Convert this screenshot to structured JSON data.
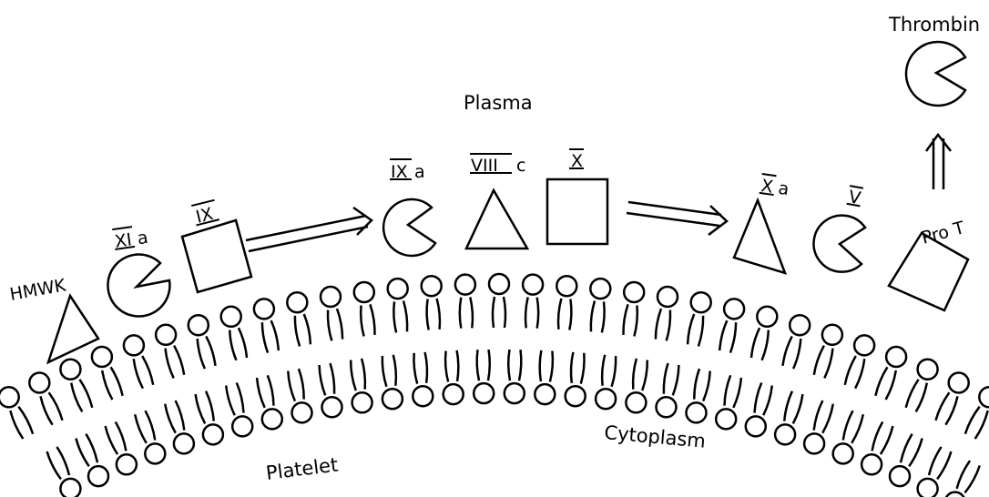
{
  "labels": {
    "plasma": "Plasma",
    "cytoplasm": "Cytoplasm",
    "platelet": "Platelet",
    "thrombin": "Thrombin"
  },
  "factors": {
    "hmwk": "HMWK",
    "xia_numeral": "XI",
    "xia_suffix": "a",
    "ix_numeral": "IX",
    "ixa_numeral": "IX",
    "ixa_suffix": "a",
    "viiic_numeral": "VIII",
    "viiic_suffix": "c",
    "x_numeral": "X",
    "xa_numeral": "X",
    "xa_suffix": "a",
    "v_numeral": "V",
    "prot": "Pro T"
  }
}
